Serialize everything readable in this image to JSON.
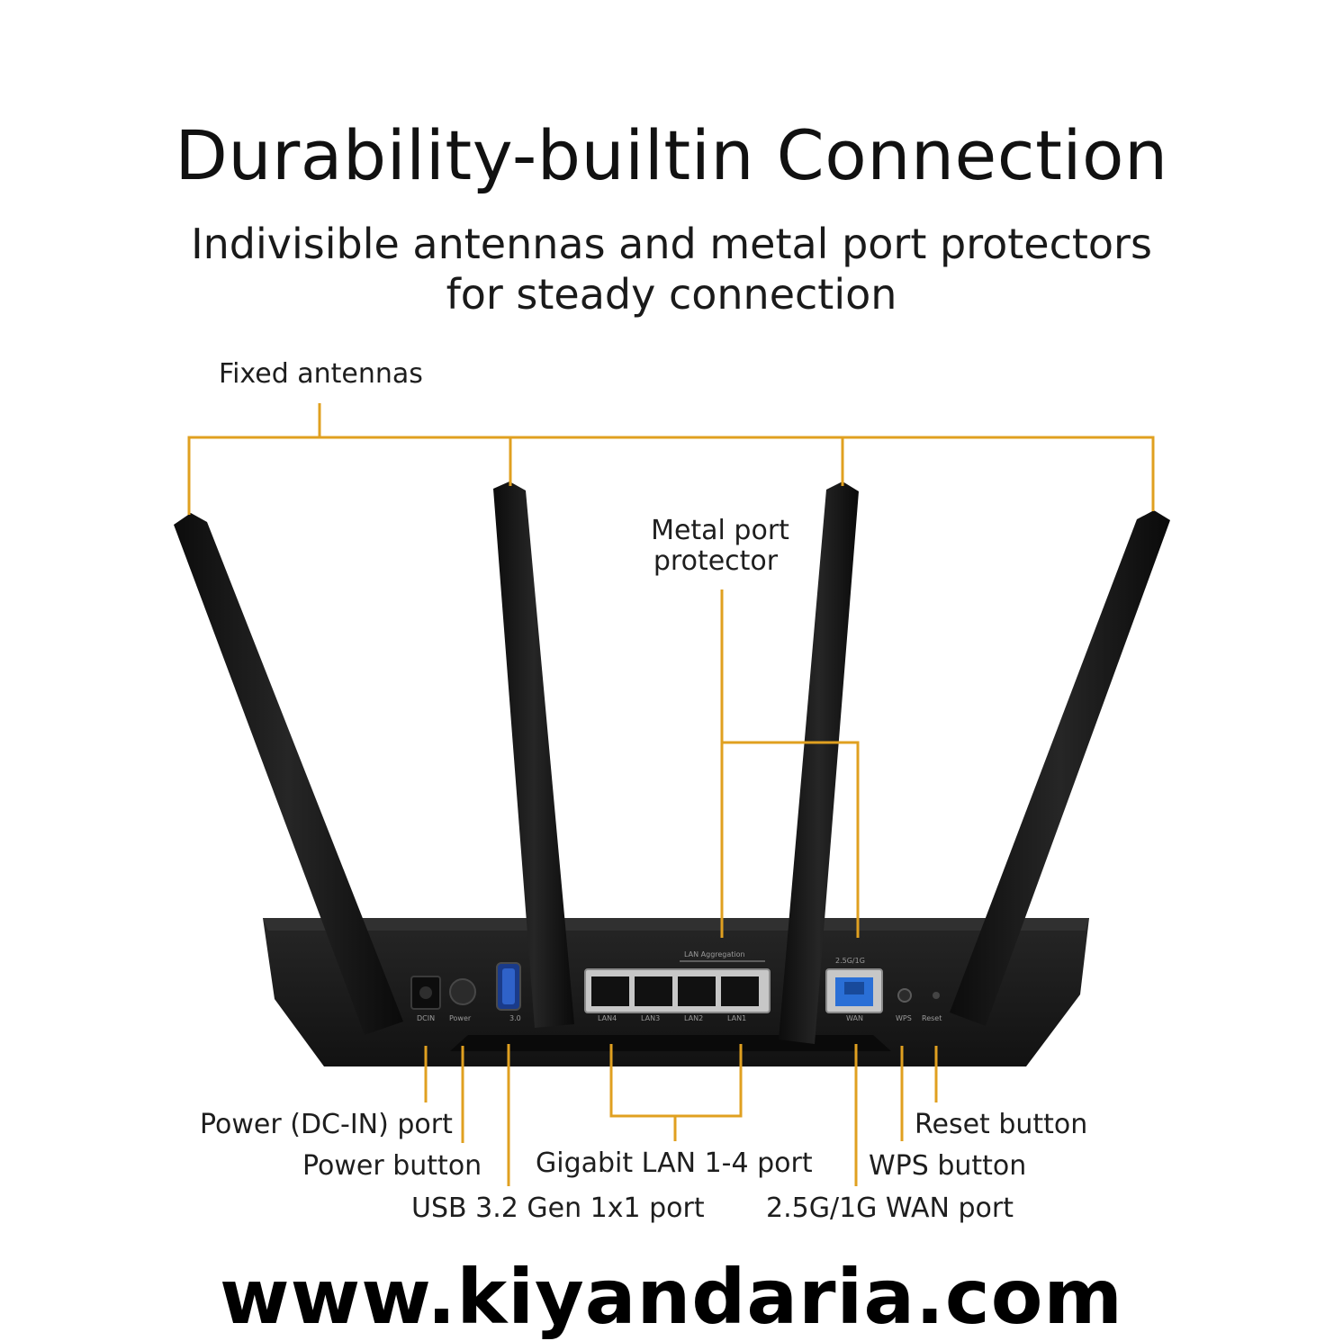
{
  "header": {
    "title": "Durability-builtin Connection",
    "subtitle_line1": "Indivisible antennas and metal port protectors",
    "subtitle_line2": "for steady connection"
  },
  "callouts": {
    "fixed_antennas": "Fixed antennas",
    "metal_port_protector_line1": "Metal port",
    "metal_port_protector_line2": "protector",
    "power_dc_in_port": "Power (DC-IN) port",
    "power_button": "Power button",
    "usb_port": "USB 3.2 Gen 1x1 port",
    "gigabit_lan_port": "Gigabit LAN 1-4 port",
    "reset_button": "Reset button",
    "wps_button": "WPS button",
    "wan_port": "2.5G/1G WAN port"
  },
  "router_panel_labels": {
    "lan_aggregation": "LAN Aggregation",
    "dc_in": "DCIN",
    "power": "Power",
    "usb": "3.0",
    "lan4": "LAN4",
    "lan3": "LAN3",
    "lan2": "LAN2",
    "lan1": "LAN1",
    "wan_speed": "2.5G/1G",
    "wan": "WAN",
    "wps": "WPS",
    "reset": "Reset"
  },
  "watermark": "www.kiyandaria.com",
  "colors": {
    "callout_line": "#e0a020",
    "router_body": "#1b1b1b",
    "wan_port": "#2a6fd6"
  }
}
